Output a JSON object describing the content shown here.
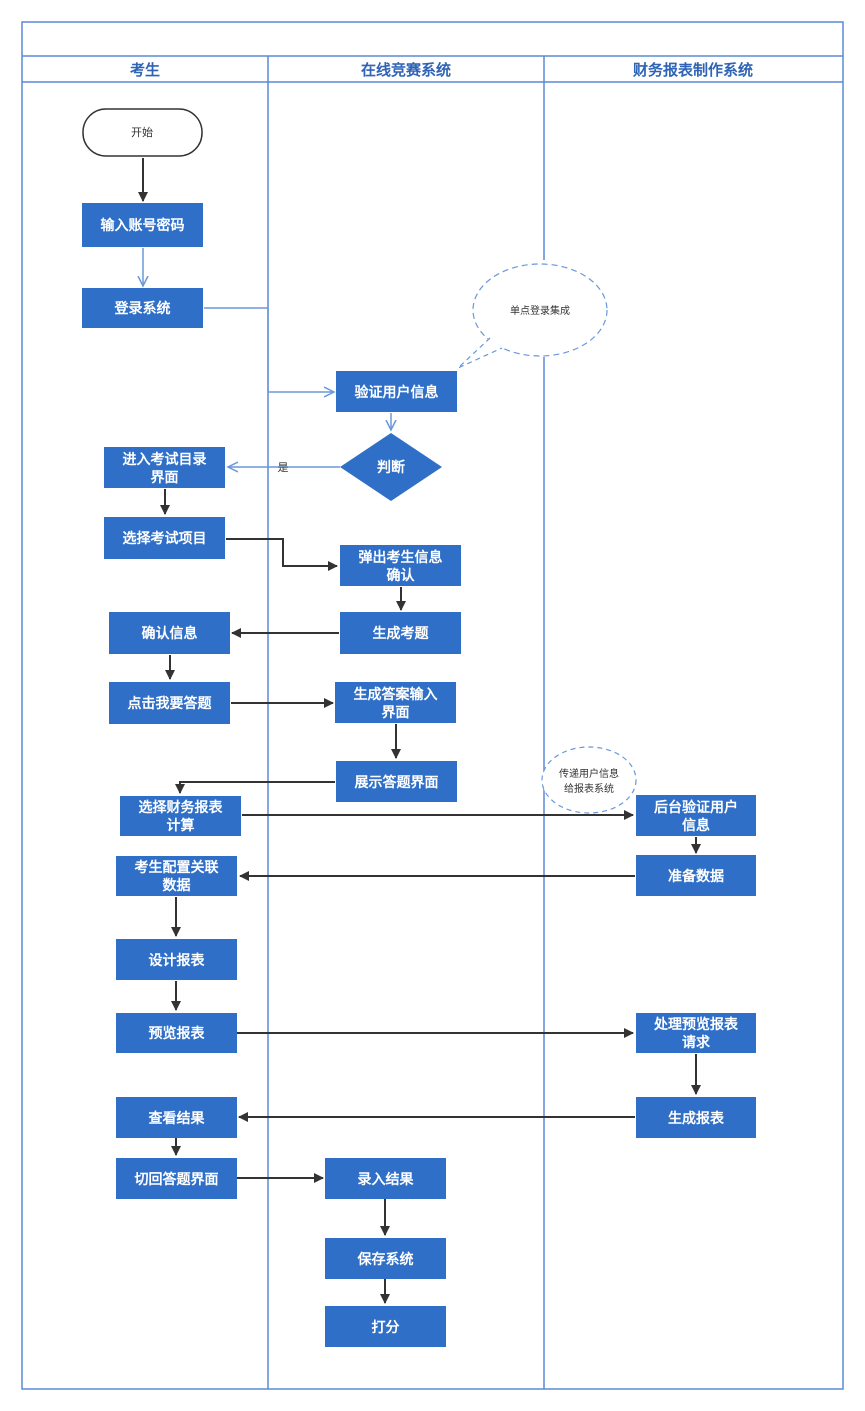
{
  "lanes": [
    {
      "id": "candidate",
      "title": "考生"
    },
    {
      "id": "online",
      "title": "在线竞赛系统"
    },
    {
      "id": "finance",
      "title": "财务报表制作系统"
    }
  ],
  "nodes": {
    "start": "开始",
    "enter_credentials": "输入账号密码",
    "login": "登录系统",
    "verify_user": "验证用户信息",
    "decision": "判断",
    "enter_catalog": [
      "进入考试目录",
      "界面"
    ],
    "select_exam": "选择考试项目",
    "popup_info": [
      "弹出考生信息",
      "确认"
    ],
    "gen_questions": "生成考题",
    "confirm_info": "确认信息",
    "click_answer": "点击我要答题",
    "gen_answer_ui": [
      "生成答案输入",
      "界面"
    ],
    "show_answer_ui": "展示答题界面",
    "select_finance": [
      "选择财务报表",
      "计算"
    ],
    "backend_verify": [
      "后台验证用户",
      "信息"
    ],
    "configure_data": [
      "考生配置关联",
      "数据"
    ],
    "prepare_data": "准备数据",
    "design_report": "设计报表",
    "preview_report": "预览报表",
    "handle_preview": [
      "处理预览报表",
      "请求"
    ],
    "view_result": "查看结果",
    "gen_report": "生成报表",
    "back_to_answer": "切回答题界面",
    "input_result": "录入结果",
    "save_system": "保存系统",
    "score": "打分"
  },
  "callouts": {
    "sso": "单点登录集成",
    "pass_user": [
      "传递用户信息",
      "给报表系统"
    ]
  },
  "edge_labels": {
    "yes": "是"
  }
}
